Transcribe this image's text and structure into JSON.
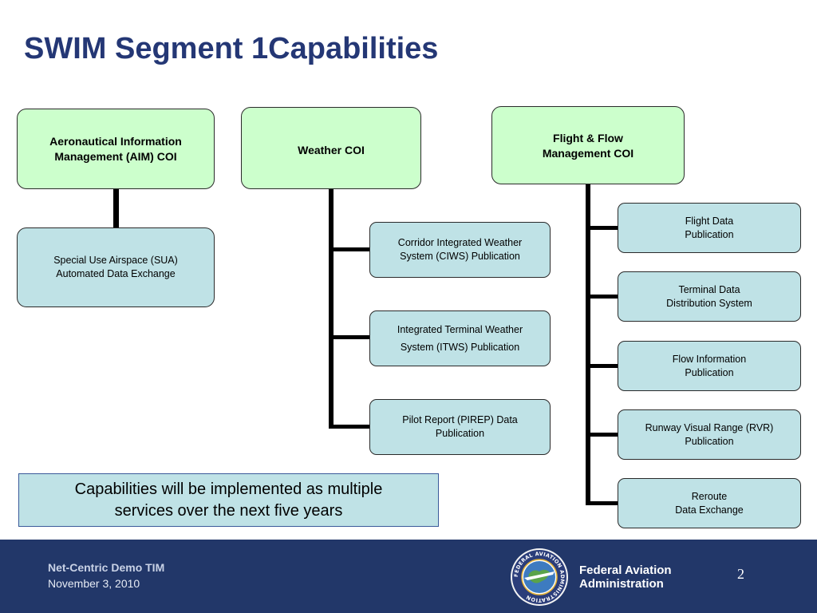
{
  "slide": {
    "title": "SWIM Segment 1Capabilities"
  },
  "coi": {
    "aim": "Aeronautical Information\nManagement (AIM) COI",
    "weather": "Weather COI",
    "ffm": "Flight & Flow\nManagement COI"
  },
  "aim_capabilities": [
    "Special Use Airspace (SUA)\nAutomated Data Exchange"
  ],
  "weather_capabilities": [
    "Corridor Integrated Weather\nSystem (CIWS) Publication",
    "Integrated Terminal Weather\nSystem (ITWS) Publication",
    "Pilot Report (PIREP) Data\nPublication"
  ],
  "ffm_capabilities": [
    "Flight Data\nPublication",
    "Terminal Data\nDistribution System",
    "Flow Information\nPublication",
    "Runway Visual Range (RVR)\nPublication",
    "Reroute\nData Exchange"
  ],
  "note": "Capabilities will be implemented as multiple\nservices over the next five years",
  "footer": {
    "event": "Net-Centric Demo TIM",
    "date": "November 3, 2010",
    "agency": "Federal Aviation\nAdministration",
    "page_number": "2",
    "seal_text": "FEDERAL AVIATION ADMINISTRATION"
  },
  "colors": {
    "title": "#243775",
    "coi_fill": "#ccffcc",
    "capability_fill": "#bfe2e6",
    "footer_band": "#223769"
  }
}
